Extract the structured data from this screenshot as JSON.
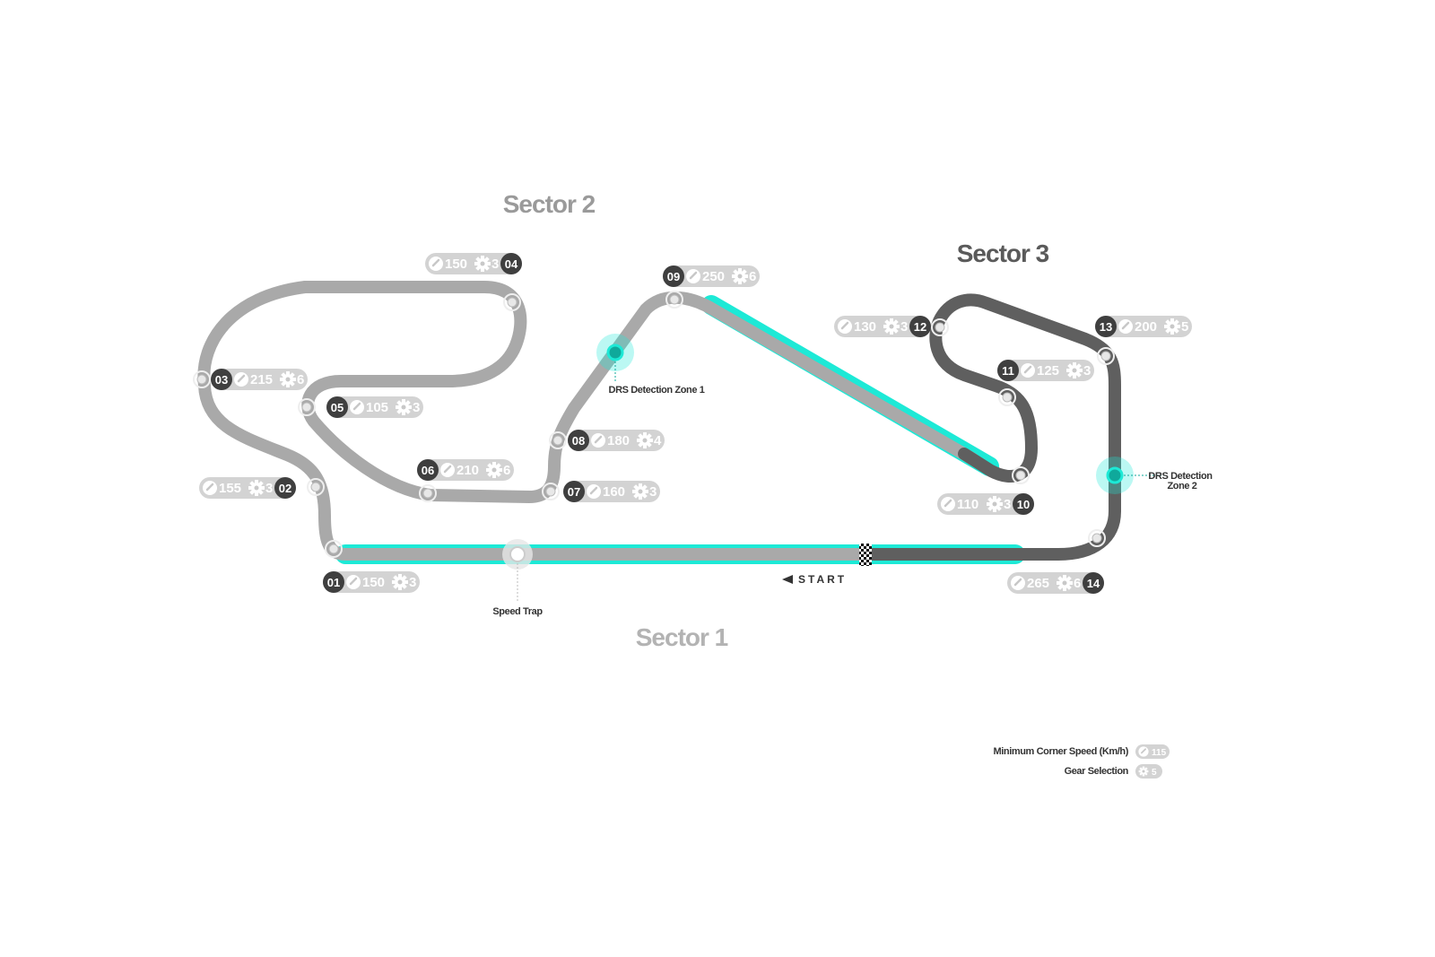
{
  "colors": {
    "track_light": "#a9a9a9",
    "track_dark": "#5f5f5f",
    "drs": "#1de9d6",
    "badge_bg": "#d3d3d3",
    "number_bg": "#3f3f3f"
  },
  "sectors": [
    {
      "label": "Sector 1",
      "color": "#b3b3b3"
    },
    {
      "label": "Sector 2",
      "color": "#9a9a9a"
    },
    {
      "label": "Sector 3",
      "color": "#5a5a5a"
    }
  ],
  "corners": [
    {
      "number": "01",
      "speed": "150",
      "gear": "3"
    },
    {
      "number": "02",
      "speed": "155",
      "gear": "3"
    },
    {
      "number": "03",
      "speed": "215",
      "gear": "6"
    },
    {
      "number": "04",
      "speed": "150",
      "gear": "3"
    },
    {
      "number": "05",
      "speed": "105",
      "gear": "3"
    },
    {
      "number": "06",
      "speed": "210",
      "gear": "6"
    },
    {
      "number": "07",
      "speed": "160",
      "gear": "3"
    },
    {
      "number": "08",
      "speed": "180",
      "gear": "4"
    },
    {
      "number": "09",
      "speed": "250",
      "gear": "6"
    },
    {
      "number": "10",
      "speed": "110",
      "gear": "3"
    },
    {
      "number": "11",
      "speed": "125",
      "gear": "3"
    },
    {
      "number": "12",
      "speed": "130",
      "gear": "3"
    },
    {
      "number": "13",
      "speed": "200",
      "gear": "5"
    },
    {
      "number": "14",
      "speed": "265",
      "gear": "6"
    }
  ],
  "labels": {
    "drs1": "DRS Detection Zone 1",
    "drs2_line1": "DRS Detection",
    "drs2_line2": "Zone 2",
    "speed_trap": "Speed Trap",
    "start": "START"
  },
  "legend": {
    "min_speed_label": "Minimum Corner Speed (Km/h)",
    "min_speed_sample": "115",
    "gear_label": "Gear Selection",
    "gear_sample": "5"
  }
}
